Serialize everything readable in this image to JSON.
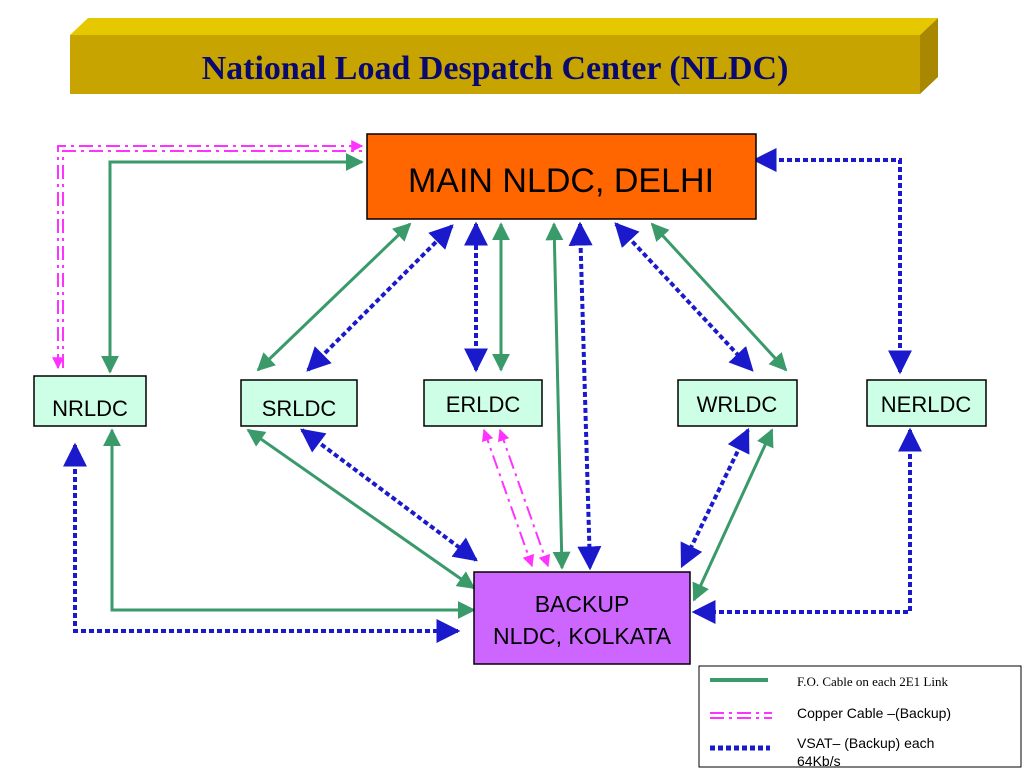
{
  "title": "National Load Despatch Center (NLDC)",
  "colors": {
    "fo_cable": "#3a9a6a",
    "copper_cable": "#ff33ff",
    "vsat": "#1a1acc",
    "main_box": "#ff6600",
    "backup_box": "#cc66ff",
    "rldc_box": "#ccffe6",
    "banner": "#c8a400"
  },
  "nodes": {
    "main": {
      "line1": "MAIN NLDC, DELHI"
    },
    "backup": {
      "line1": "BACKUP",
      "line2": "NLDC, KOLKATA"
    },
    "nrldc": {
      "label": "NRLDC"
    },
    "srldc": {
      "label": "SRLDC"
    },
    "erldc": {
      "label": "ERLDC"
    },
    "wrldc": {
      "label": "WRLDC"
    },
    "nerldc": {
      "label": "NERLDC"
    }
  },
  "legend": {
    "fo": "F.O. Cable on each  2E1  Link",
    "copper": "Copper Cable –(Backup)",
    "vsat_line1": "VSAT– (Backup) each",
    "vsat_line2": "64Kb/s"
  }
}
